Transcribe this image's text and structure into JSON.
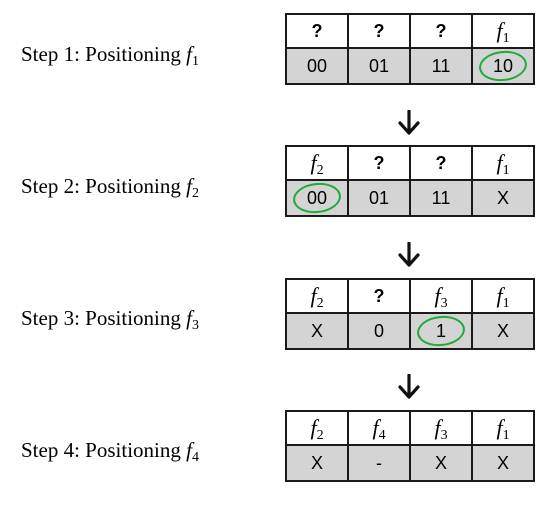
{
  "steps": [
    {
      "label_prefix": "Step 1: Positioning ",
      "label_var": "f",
      "label_sub": "1",
      "header": [
        {
          "text": "?",
          "is_f": false
        },
        {
          "text": "?",
          "is_f": false
        },
        {
          "text": "?",
          "is_f": false
        },
        {
          "text": "f",
          "sub": "1",
          "is_f": true
        }
      ],
      "values": [
        "00",
        "01",
        "11",
        "10"
      ],
      "circled_index": 3
    },
    {
      "label_prefix": "Step 2: Positioning ",
      "label_var": "f",
      "label_sub": "2",
      "header": [
        {
          "text": "f",
          "sub": "2",
          "is_f": true
        },
        {
          "text": "?",
          "is_f": false
        },
        {
          "text": "?",
          "is_f": false
        },
        {
          "text": "f",
          "sub": "1",
          "is_f": true
        }
      ],
      "values": [
        "00",
        "01",
        "11",
        "X"
      ],
      "circled_index": 0
    },
    {
      "label_prefix": "Step 3: Positioning ",
      "label_var": "f",
      "label_sub": "3",
      "header": [
        {
          "text": "f",
          "sub": "2",
          "is_f": true
        },
        {
          "text": "?",
          "is_f": false
        },
        {
          "text": "f",
          "sub": "3",
          "is_f": true
        },
        {
          "text": "f",
          "sub": "1",
          "is_f": true
        }
      ],
      "values": [
        "X",
        "0",
        "1",
        "X"
      ],
      "circled_index": 2
    },
    {
      "label_prefix": "Step 4: Positioning ",
      "label_var": "f",
      "label_sub": "4",
      "header": [
        {
          "text": "f",
          "sub": "2",
          "is_f": true
        },
        {
          "text": "f",
          "sub": "4",
          "is_f": true
        },
        {
          "text": "f",
          "sub": "3",
          "is_f": true
        },
        {
          "text": "f",
          "sub": "1",
          "is_f": true
        }
      ],
      "values": [
        "X",
        "-",
        "X",
        "X"
      ],
      "circled_index": null
    }
  ],
  "colors": {
    "cell_fill": "#d4d4d4",
    "border": "#1a1a1a",
    "circle": "#1faa3c",
    "arrow": "#111111"
  },
  "icons": {
    "arrow": "down-arrow-icon"
  }
}
